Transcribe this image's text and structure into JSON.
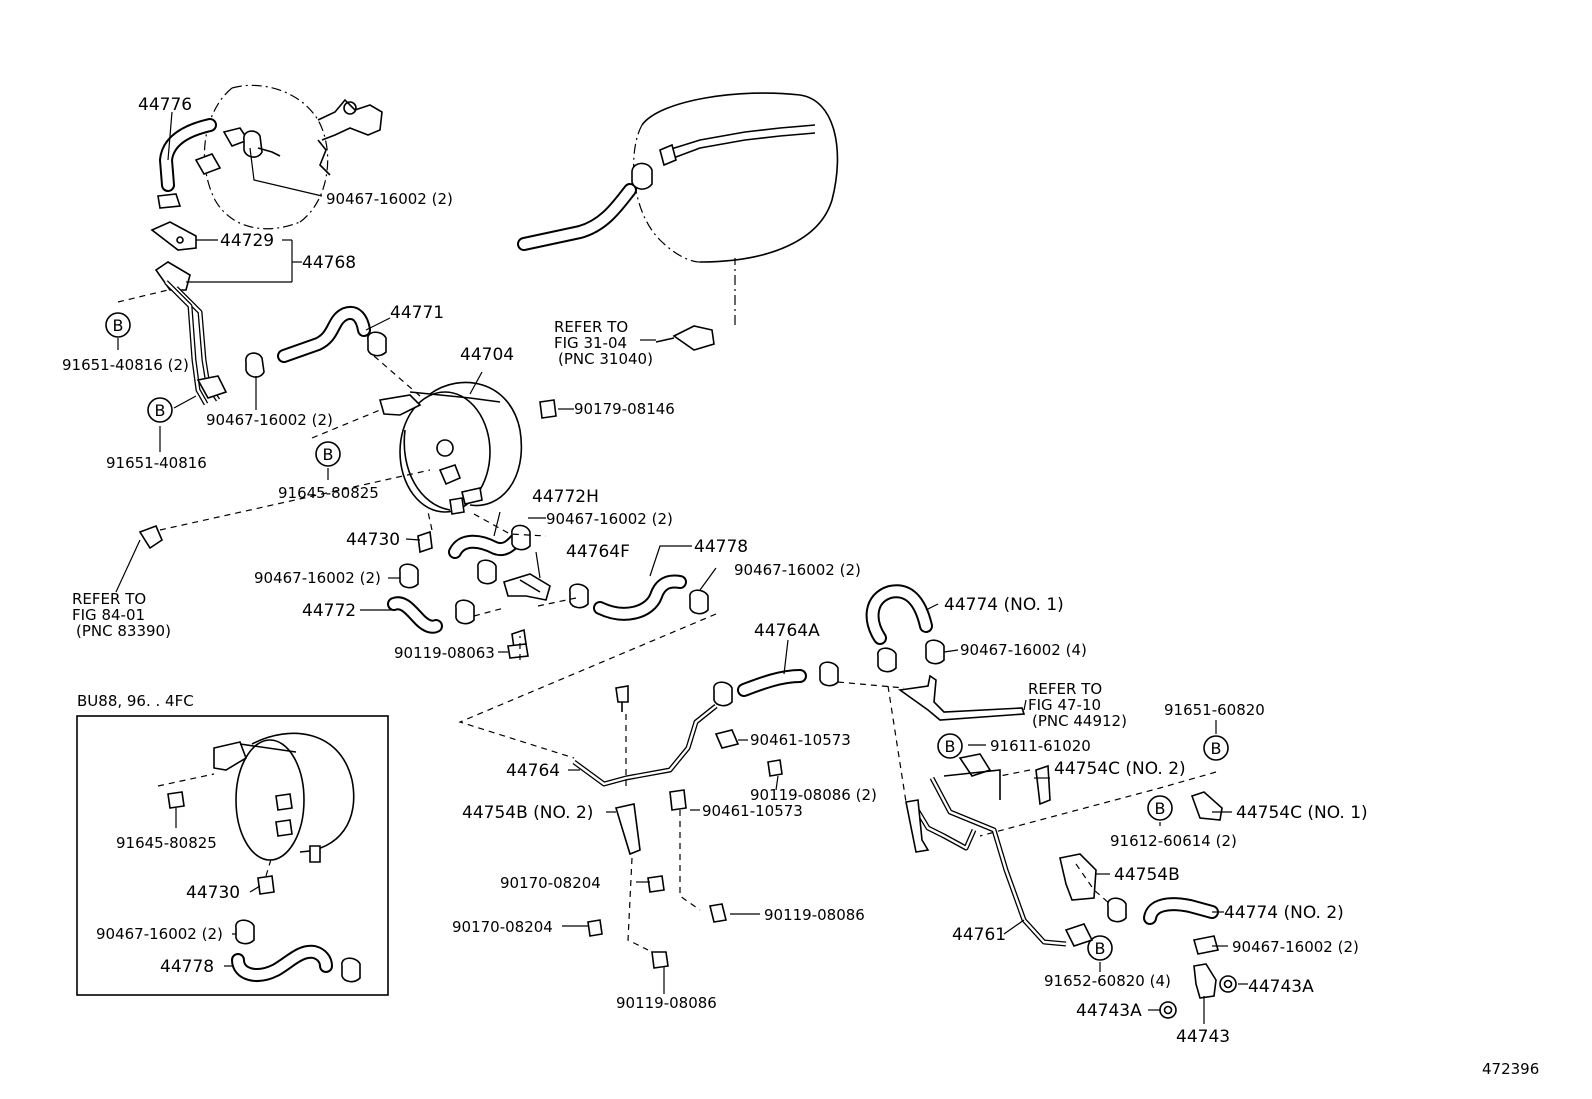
{
  "figure_number": "472396",
  "inset_title": "BU88, 96. . 4FC",
  "circle_letter": "B",
  "parts": {
    "p44776": "44776",
    "p90467_top": "90467-16002 (2)",
    "p44729": "44729",
    "p44768": "44768",
    "p91651_40816_2": "91651-40816 (2)",
    "p91651_40816": "91651-40816",
    "p44771": "44771",
    "p90467_mid": "90467-16002 (2)",
    "p44704": "44704",
    "p90179": "90179-08146",
    "p91645_main": "91645-80825",
    "p44772H": "44772H",
    "p90467_772h": "90467-16002 (2)",
    "p44730_main": "44730",
    "p44764F": "44764F",
    "p44778_main": "44778",
    "p90467_778": "90467-16002 (2)",
    "p90467_left": "90467-16002 (2)",
    "p44772": "44772",
    "p90119_08063": "90119-08063",
    "p44774_no1": "44774 (NO. 1)",
    "p90467_774": "90467-16002 (4)",
    "p44764A": "44764A",
    "p91611": "91611-61020",
    "p90461_a": "90461-10573",
    "p90119_08086_2": "90119-08086 (2)",
    "p44764": "44764",
    "p44754B_no2": "44754B (NO. 2)",
    "p90461_b": "90461-10573",
    "p44754C_no2": "44754C (NO. 2)",
    "p91651_60820": "91651-60820",
    "p44754C_no1": "44754C (NO. 1)",
    "p91612": "91612-60614 (2)",
    "p44754B": "44754B",
    "p90170_a": "90170-08204",
    "p90119_08086_a": "90119-08086",
    "p90170_b": "90170-08204",
    "p90119_08086_b": "90119-08086",
    "p44761": "44761",
    "p44774_no2": "44774 (NO. 2)",
    "p90467_bot": "90467-16002 (2)",
    "p91652": "91652-60820 (4)",
    "p44743A_r": "44743A",
    "p44743A_l": "44743A",
    "p44743": "44743",
    "inset_91645": "91645-80825",
    "inset_44730": "44730",
    "inset_90467": "90467-16002 (2)",
    "inset_44778": "44778"
  },
  "refs": {
    "r31": [
      "REFER TO",
      "FIG 31-04",
      "(PNC 31040)"
    ],
    "r84": [
      "REFER TO",
      "FIG 84-01",
      "(PNC 83390)"
    ],
    "r47": [
      "REFER TO",
      "FIG 47-10",
      "(PNC 44912)"
    ]
  }
}
